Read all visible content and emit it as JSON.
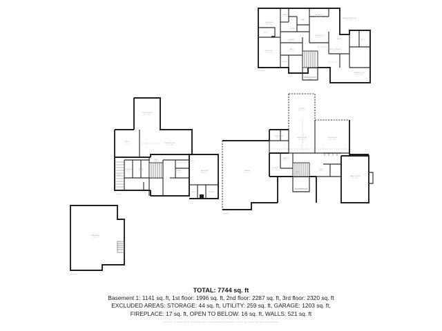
{
  "document": {
    "type": "real-estate-floor-plan-sheet",
    "background_color": "#ffffff",
    "wall_color": "#1d1d1d",
    "label_color": "#9a9a9a"
  },
  "caption": {
    "total_line": "TOTAL: 7744 sq. ft",
    "floors_line": "Basement 1: 1141 sq. ft, 1st floor: 1996 sq. ft, 2nd floor: 2287 sq. ft, 3rd floor: 2320 sq. ft",
    "excluded_line": "EXCLUDED AREAS: STORAGE: 44 sq. ft, UTILITY: 259 sq. ft, GARAGE: 1203 sq. ft,",
    "extras_line": "FIREPLACE: 17 sq. ft, OPEN TO BELOW: 16 sq. ft, WALLS: 521 sq. ft",
    "fineprint": "FLOOR PLAN CREATED BY CUBICASA APP. MEASUREMENTS DEEMED HIGHLY RELIABLE BUT NOT GUARANTEED"
  },
  "areas": {
    "total": "7744 sq. ft",
    "basement_1": "1141 sq. ft",
    "floor_1": "1996 sq. ft",
    "floor_2": "2287 sq. ft",
    "floor_3": "2320 sq. ft",
    "storage": "44 sq. ft",
    "utility": "259 sq. ft",
    "garage": "1203 sq. ft",
    "fireplace": "17 sq. ft",
    "open_to_below": "16 sq. ft",
    "walls": "521 sq. ft"
  },
  "plans": [
    {
      "id": "floor-3",
      "name": "3rd floor",
      "position": "top-right",
      "floor_tag": "3rd floor",
      "rooms": [
        {
          "name": "BEDROOM",
          "sub": ""
        },
        {
          "name": "BATH",
          "sub": ""
        },
        {
          "name": "CLOSET",
          "sub": ""
        },
        {
          "name": "HALL",
          "sub": ""
        },
        {
          "name": "MASTER BEDROOM",
          "sub": ""
        },
        {
          "name": "BEDROOM",
          "sub": ""
        },
        {
          "name": "BATH",
          "sub": ""
        },
        {
          "name": "W.I.C.",
          "sub": ""
        },
        {
          "name": "LAUNDRY",
          "sub": ""
        },
        {
          "name": "BEDROOM",
          "sub": ""
        },
        {
          "name": "OPEN TO BELOW",
          "sub": ""
        },
        {
          "name": "BONUS ROOM",
          "sub": ""
        },
        {
          "name": "STAIRS",
          "sub": ""
        },
        {
          "name": "CLOSET",
          "sub": ""
        }
      ]
    },
    {
      "id": "floor-1",
      "name": "1st floor",
      "position": "middle-left",
      "floor_tag": "1st floor",
      "rooms": [
        {
          "name": "GARAGE",
          "sub": ""
        },
        {
          "name": "UTILITY",
          "sub": ""
        },
        {
          "name": "LIVING ROOM",
          "sub": ""
        },
        {
          "name": "KITCHEN",
          "sub": ""
        },
        {
          "name": "DINING",
          "sub": ""
        },
        {
          "name": "BATH",
          "sub": ""
        },
        {
          "name": "BEDROOM",
          "sub": ""
        },
        {
          "name": "HALL",
          "sub": ""
        },
        {
          "name": "STORAGE",
          "sub": ""
        },
        {
          "name": "DECK",
          "sub": ""
        },
        {
          "name": "STAIRS",
          "sub": ""
        },
        {
          "name": "CLOSET",
          "sub": ""
        },
        {
          "name": "W.I.C.",
          "sub": ""
        }
      ]
    },
    {
      "id": "floor-2",
      "name": "2nd floor",
      "position": "middle-right",
      "floor_tag": "2nd floor",
      "rooms": [
        {
          "name": "PORCH",
          "sub": ""
        },
        {
          "name": "LIVING ROOM",
          "sub": ""
        },
        {
          "name": "DINING ROOM",
          "sub": ""
        },
        {
          "name": "KITCHEN",
          "sub": ""
        },
        {
          "name": "PANTRY",
          "sub": ""
        },
        {
          "name": "MUD ROOM",
          "sub": ""
        },
        {
          "name": "BATH",
          "sub": ""
        },
        {
          "name": "HALL",
          "sub": ""
        },
        {
          "name": "OFFICE",
          "sub": ""
        },
        {
          "name": "GARAGE",
          "sub": ""
        },
        {
          "name": "FAMILY ROOM",
          "sub": ""
        },
        {
          "name": "STAIRS",
          "sub": ""
        },
        {
          "name": "CLOSET",
          "sub": ""
        }
      ]
    },
    {
      "id": "basement-1",
      "name": "Basement 1",
      "position": "bottom-left",
      "floor_tag": "Basement 1",
      "rooms": [
        {
          "name": "BASEMENT",
          "sub": ""
        }
      ]
    }
  ]
}
